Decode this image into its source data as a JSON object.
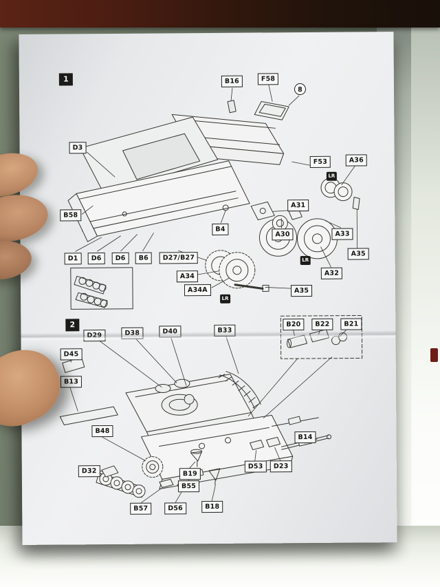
{
  "step1": {
    "number": "1",
    "paint_code": "LR",
    "labels": [
      "B16",
      "F58",
      "8",
      "D3",
      "F53",
      "A36",
      "B58",
      "A31",
      "B4",
      "A30",
      "A33",
      "D1",
      "D6",
      "D6",
      "B6",
      "D27/B27",
      "A34",
      "A34A",
      "A35",
      "A32",
      "A35"
    ]
  },
  "step2": {
    "number": "2",
    "labels": [
      "B20",
      "B22",
      "B21",
      "D29",
      "D38",
      "D40",
      "B33",
      "D45",
      "B13",
      "B48",
      "B14",
      "D32",
      "B19",
      "B55",
      "D53",
      "D23",
      "B57",
      "D56",
      "B18"
    ]
  },
  "colors": {
    "paper": "#eef0f1",
    "ink": "#35342f",
    "step_box": "#1b1b19",
    "background_wall": "#6d7769",
    "shelf_edge": "#3a1a0e",
    "window_sill": "#f6f8f5",
    "red_object": "#6e1d15",
    "hand_skin": "#c08c66"
  }
}
